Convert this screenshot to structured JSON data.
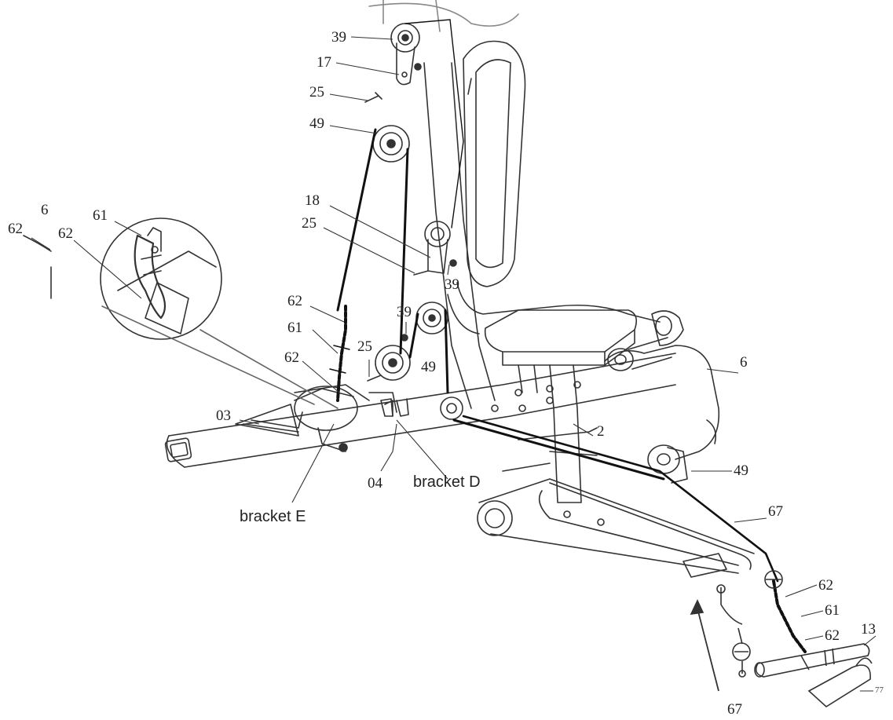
{
  "labels": {
    "top_39": "39",
    "top_17": "17",
    "top_25": "25",
    "upper_49": "49",
    "mid_18": "18",
    "mid_25": "25",
    "mid_39": "39",
    "left_6": "6",
    "left_62_a": "62",
    "left_62_b": "62",
    "left_61": "61",
    "chain_62_a": "62",
    "chain_61": "61",
    "chain_62_b": "62",
    "low_39": "39",
    "low_25": "25",
    "low_49": "49",
    "label_03": "03",
    "label_04": "04",
    "bracket_e": "bracket E",
    "bracket_d": "bracket D",
    "label_2": "2",
    "right_6": "6",
    "right_49": "49",
    "cable_67": "67",
    "handle_62_a": "62",
    "handle_61": "61",
    "handle_62_b": "62",
    "handle_13": "13",
    "bottom_67": "67",
    "strap_77": "77"
  }
}
